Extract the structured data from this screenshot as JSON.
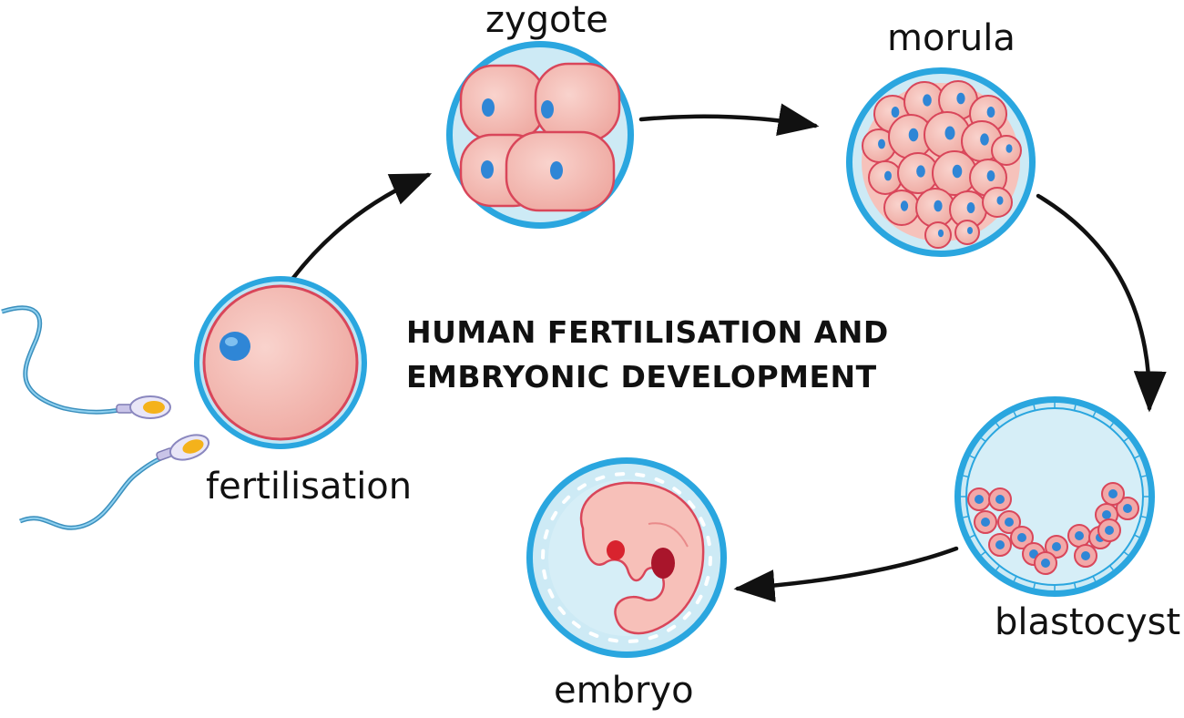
{
  "diagram": {
    "title_line1": "HUMAN FERTILISATION AND",
    "title_line2": "EMBRYONIC DEVELOPMENT",
    "stages": {
      "fertilisation": "fertilisation",
      "zygote": "zygote",
      "morula": "morula",
      "blastocyst": "blastocyst",
      "embryo": "embryo"
    }
  },
  "colors": {
    "membrane_blue": "#2aa6df",
    "cytoplasm_pink": "#f5b9b2",
    "cell_outline_red": "#d9465a",
    "nucleus_blue": "#2f86d6",
    "fluid_light_blue": "#cde9f3",
    "arrow_black": "#111111"
  }
}
